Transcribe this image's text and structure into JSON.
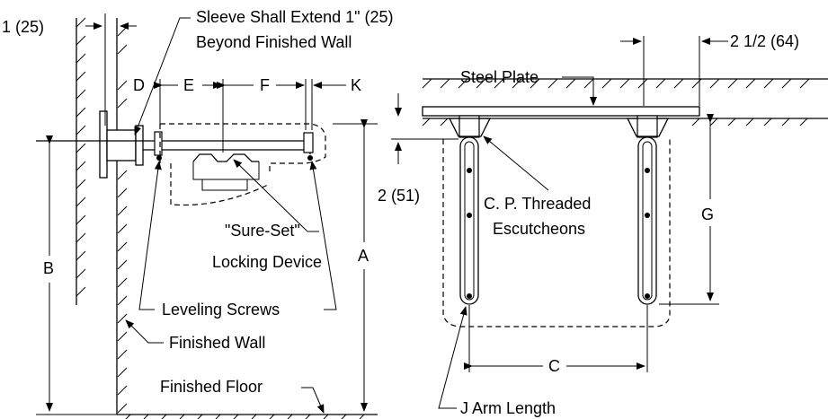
{
  "labels": {
    "dim_1_25": "1 (25)",
    "sleeve_line1": "Sleeve Shall Extend 1\" (25)",
    "sleeve_line2": "Beyond Finished Wall",
    "d": "D",
    "e": "E",
    "f": "F",
    "k": "K",
    "a": "A",
    "b": "B",
    "sure_set_line1": "\"Sure-Set\"",
    "sure_set_line2": "Locking Device",
    "leveling_screws": "Leveling Screws",
    "finished_wall": "Finished Wall",
    "finished_floor": "Finished Floor",
    "steel_plate": "Steel Plate",
    "dim_2_1_2_64": "2 1/2 (64)",
    "dim_2_51": "2 (51)",
    "escutcheon_line1": "C. P. Threaded",
    "escutcheon_line2": "Escutcheons",
    "g": "G",
    "c": "C",
    "j_arm_length": "J Arm Length"
  }
}
